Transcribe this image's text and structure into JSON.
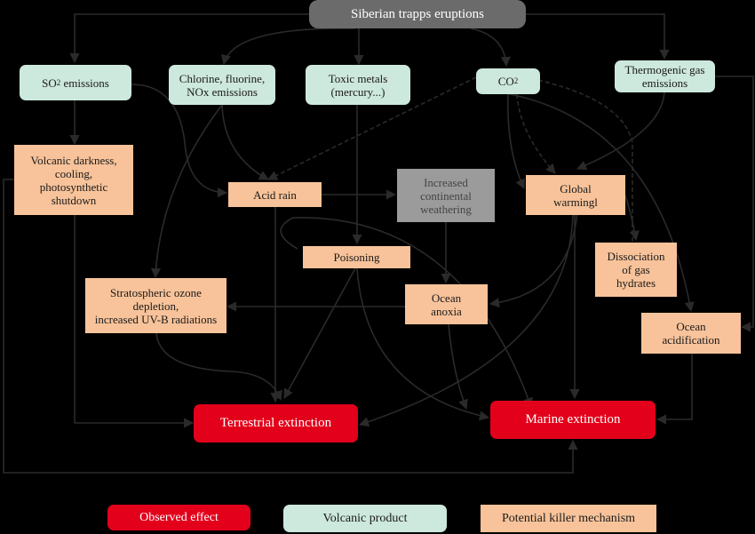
{
  "nodes": {
    "source": "Siberian trapps eruptions",
    "so2_prefix": "SO",
    "so2_sub": "2",
    "so2_suffix": " emissions",
    "chlorine": "Chlorine, fluorine,\nNOx emissions",
    "toxic": "Toxic metals\n(mercury...)",
    "co2_prefix": "CO",
    "co2_sub": "2",
    "thermo": "Thermogenic gas\nemissions",
    "darkness": "Volcanic darkness,\ncooling,\nphotosynthetic\nshutdown",
    "acid_rain": "Acid rain",
    "weathering": "Increased\ncontinental\nweathering",
    "warming": "Global\nwarmingl",
    "poisoning": "Poisoning",
    "dissociation": "Dissociation\nof gas\nhydrates",
    "ozone": "Stratospheric ozone\ndepletion,\nincreased UV-B radiations",
    "anoxia": "Ocean\nanoxia",
    "acidification": "Ocean\nacidification",
    "terrestrial": "Terrestrial extinction",
    "marine": "Marine extinction"
  },
  "legend": {
    "observed": "Observed effect",
    "volcanic": "Volcanic product",
    "killer": "Potential killer mechanism"
  },
  "colors": {
    "volcanic_product": "#cde8dc",
    "killer_mechanism": "#f8c39a",
    "observed_effect": "#e2001a",
    "source": "#6b6b6b",
    "secondary": "#9b9b9b",
    "arrow": "#2a2a2a"
  }
}
